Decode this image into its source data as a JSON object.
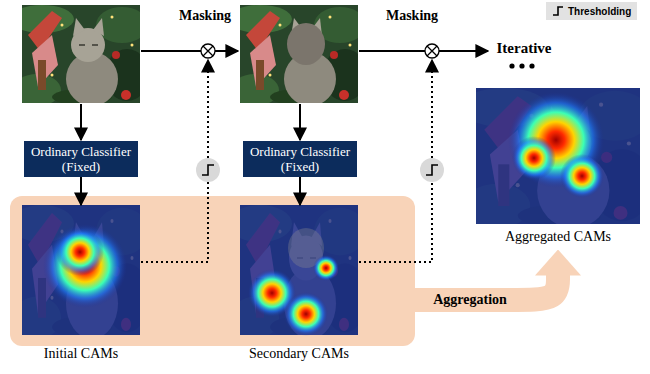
{
  "diagram": {
    "nodes": [
      {
        "text": [
          "Ordinary Classifier (Fixed)"
        ]
      },
      {
        "text": [
          "Ordinary Classifier (Fixed)"
        ]
      },
      {
        "text": [
          "Initial CAMs"
        ]
      },
      {
        "text": [
          "Secondary CAMs"
        ]
      },
      {
        "text": [
          "Aggregated CAMs"
        ]
      }
    ],
    "edges": [
      {
        "from": 0,
        "to": 2,
        "arrow": "to"
      },
      {
        "from": 1,
        "to": 3,
        "arrow": "to"
      },
      {
        "from": 3,
        "to": 4,
        "label": "Aggregation",
        "arrow": "to"
      }
    ],
    "labels": [
      "Masking",
      "Masking",
      "Iterative"
    ],
    "legend": [
      {
        "text": "Thresholding"
      }
    ]
  }
}
